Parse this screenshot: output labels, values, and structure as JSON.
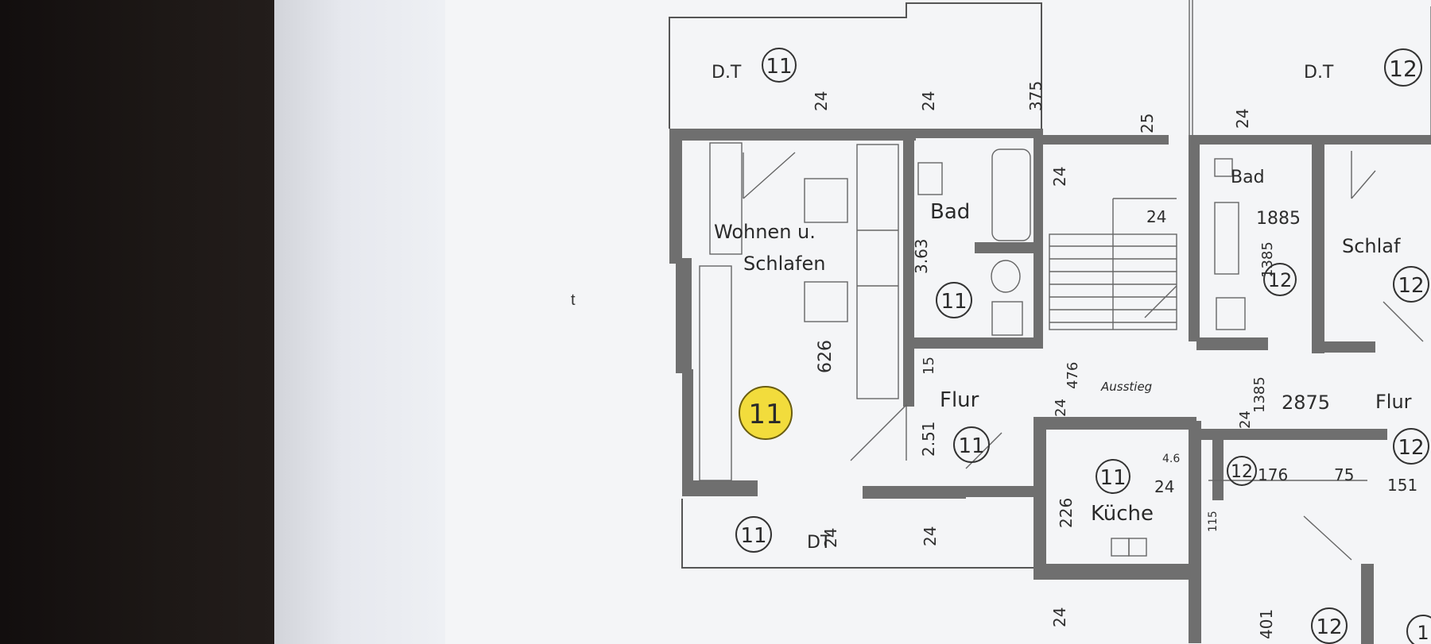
{
  "plan": {
    "rooms": {
      "living_label_line1": "Wohnen u.",
      "living_label_line2": "Schlafen",
      "bath": "Bad",
      "hall": "Flur",
      "kitchen": "Küche",
      "roof_terrace_top": "D.T",
      "roof_terrace_bottom": "DT",
      "roof_terrace_right": "D.T",
      "bath_right": "Bad",
      "bedroom_right": "Schlaf",
      "hall_right": "Flur",
      "exit": "Ausstieg"
    },
    "unit_markers": {
      "unit_a": "11",
      "unit_b": "12",
      "unit_c": "1"
    },
    "dimensions": {
      "d24": "24",
      "d375": "375",
      "d25": "25",
      "d363": "3.63",
      "d626": "626",
      "d251": "2.51",
      "d476": "476",
      "d226": "226",
      "d1885": "1885",
      "d1385a": "1385",
      "d1385b": "1385",
      "d2875": "2875",
      "d176": "176",
      "d75": "75",
      "d151": "151",
      "d401": "401",
      "d15": "15",
      "d46": "4.6",
      "d15b": "115"
    },
    "stray_mark": "t",
    "colors": {
      "highlight": "#f2dc3c",
      "wall": "#6f6f6f",
      "paper": "#f4f5f7"
    }
  }
}
